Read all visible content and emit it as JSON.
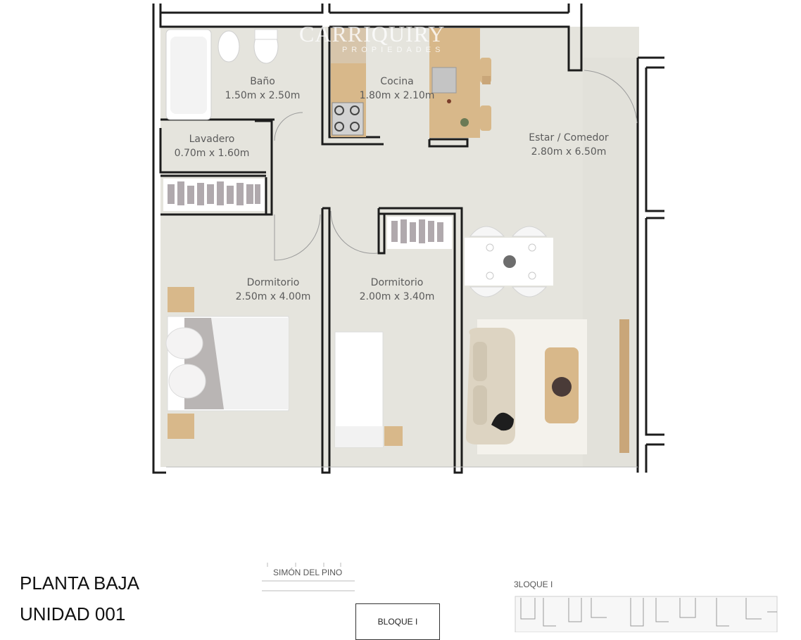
{
  "brand": {
    "name": "CARRIQUIRY",
    "tagline": "PROPIEDADES"
  },
  "rooms": [
    {
      "name": "Baño",
      "dims": "1.50m x 2.50m"
    },
    {
      "name": "Cocina",
      "dims": "1.80m x 2.10m"
    },
    {
      "name": "Lavadero",
      "dims": "0.70m x 1.60m"
    },
    {
      "name": "Estar / Comedor",
      "dims": "2.80m x 6.50m"
    },
    {
      "name": "Dormitorio",
      "dims": "2.50m x 4.00m"
    },
    {
      "name": "Dormitorio",
      "dims": "2.00m x 3.40m"
    }
  ],
  "caption": {
    "level": "PLANTA BAJA",
    "unit": "UNIDAD 001"
  },
  "site": {
    "street": "SIMÓN DEL PINO",
    "block_box": "BLOQUE I",
    "block_map": "3LOQUE I"
  },
  "colors": {
    "floor": "#e5e4dd",
    "wall": "#1c1c1c",
    "wood": "#d8b88a",
    "plant": "#a8a0a5"
  }
}
